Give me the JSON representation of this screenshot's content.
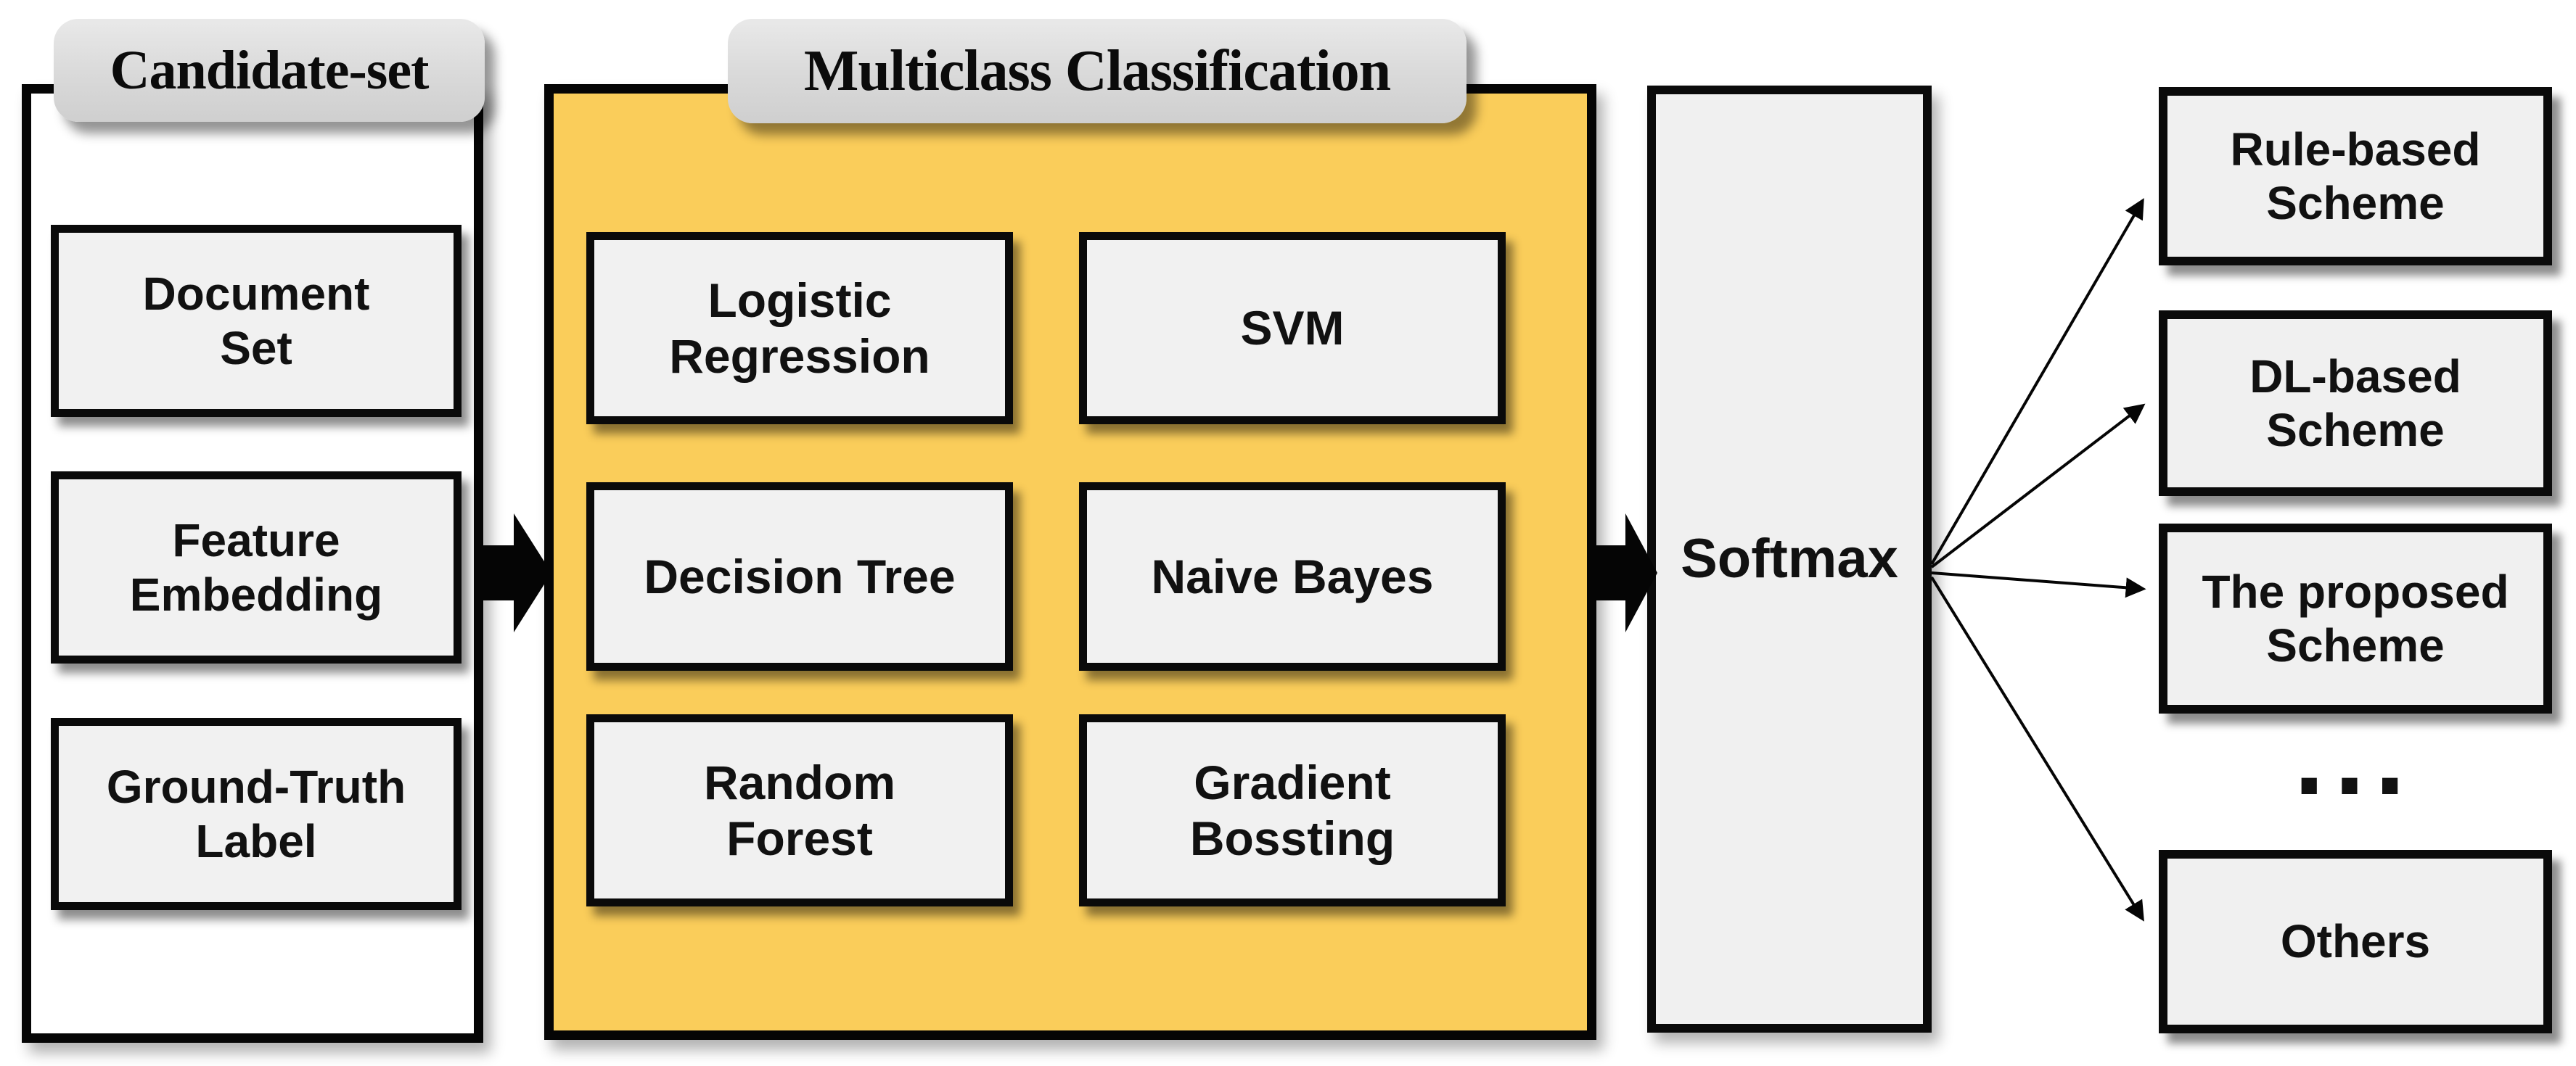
{
  "candidate": {
    "label": "Candidate-set",
    "items": [
      {
        "text": "Document\nSet"
      },
      {
        "text": "Feature\nEmbedding"
      },
      {
        "text": "Ground-Truth\nLabel"
      }
    ]
  },
  "classification": {
    "label": "Multiclass Classification",
    "items": [
      {
        "text": "Logistic\nRegression"
      },
      {
        "text": "SVM"
      },
      {
        "text": "Decision Tree"
      },
      {
        "text": "Naive Bayes"
      },
      {
        "text": "Random\nForest"
      },
      {
        "text": "Gradient\nBossting"
      }
    ]
  },
  "softmax": {
    "label": "Softmax"
  },
  "outputs": {
    "ellipsis": "...",
    "items": [
      {
        "text": "Rule-based\nScheme"
      },
      {
        "text": "DL-based\nScheme"
      },
      {
        "text": "The proposed\nScheme"
      },
      {
        "text": "Others"
      }
    ]
  },
  "colors": {
    "background": "#FFFFFF",
    "highlight_fill": "#FACD5A",
    "node_fill": "#F1F1F1",
    "label_fill": "#D9D9D9",
    "border": "#000000"
  }
}
